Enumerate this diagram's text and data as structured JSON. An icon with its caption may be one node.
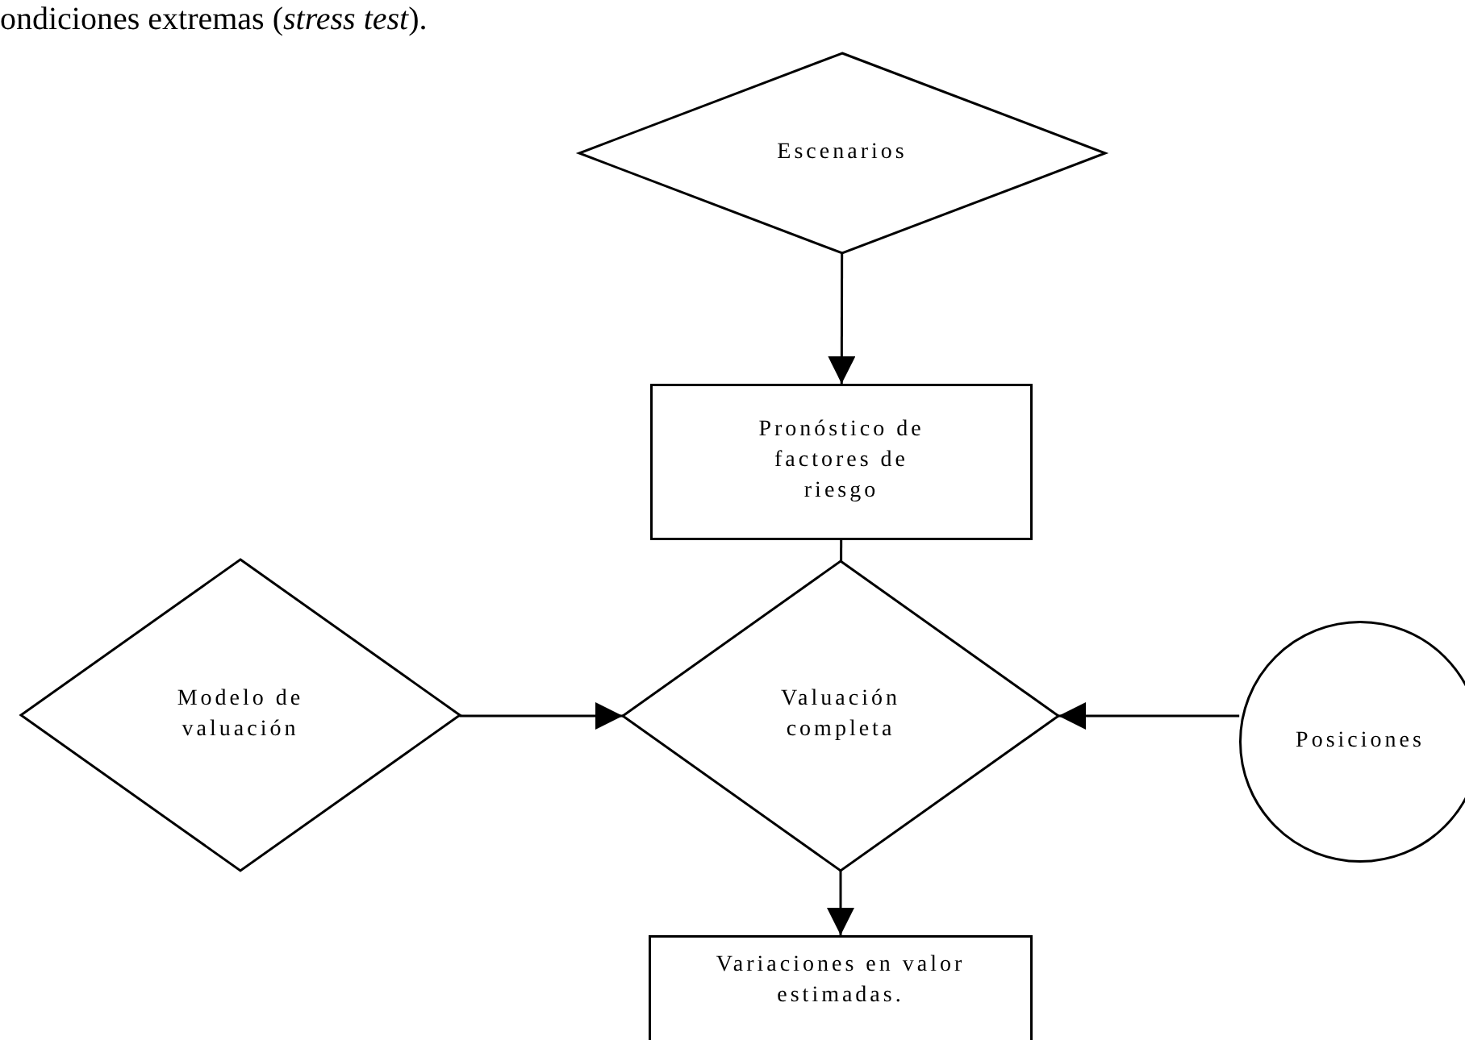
{
  "diagram": {
    "nodes": [
      {
        "text": [
          "Escenarios"
        ]
      },
      {
        "text": [
          "Pronóstico de factores de riesgo"
        ]
      },
      {
        "text": [
          "Modelo de valuación"
        ]
      },
      {
        "text": [
          "Valuación completa"
        ]
      },
      {
        "text": [
          "Posiciones"
        ]
      },
      {
        "text": [
          "Variaciones en valor estimadas."
        ]
      }
    ],
    "edges": [
      {
        "from": 0,
        "to": 1,
        "arrow": "to"
      },
      {
        "from": 1,
        "to": 3,
        "arrow": "none"
      },
      {
        "from": 2,
        "to": 3,
        "arrow": "to"
      },
      {
        "from": 4,
        "to": 3,
        "arrow": "to"
      },
      {
        "from": 3,
        "to": 5,
        "arrow": "to"
      }
    ],
    "labels": [
      "ondiciones extremas (*stress test*)."
    ]
  }
}
